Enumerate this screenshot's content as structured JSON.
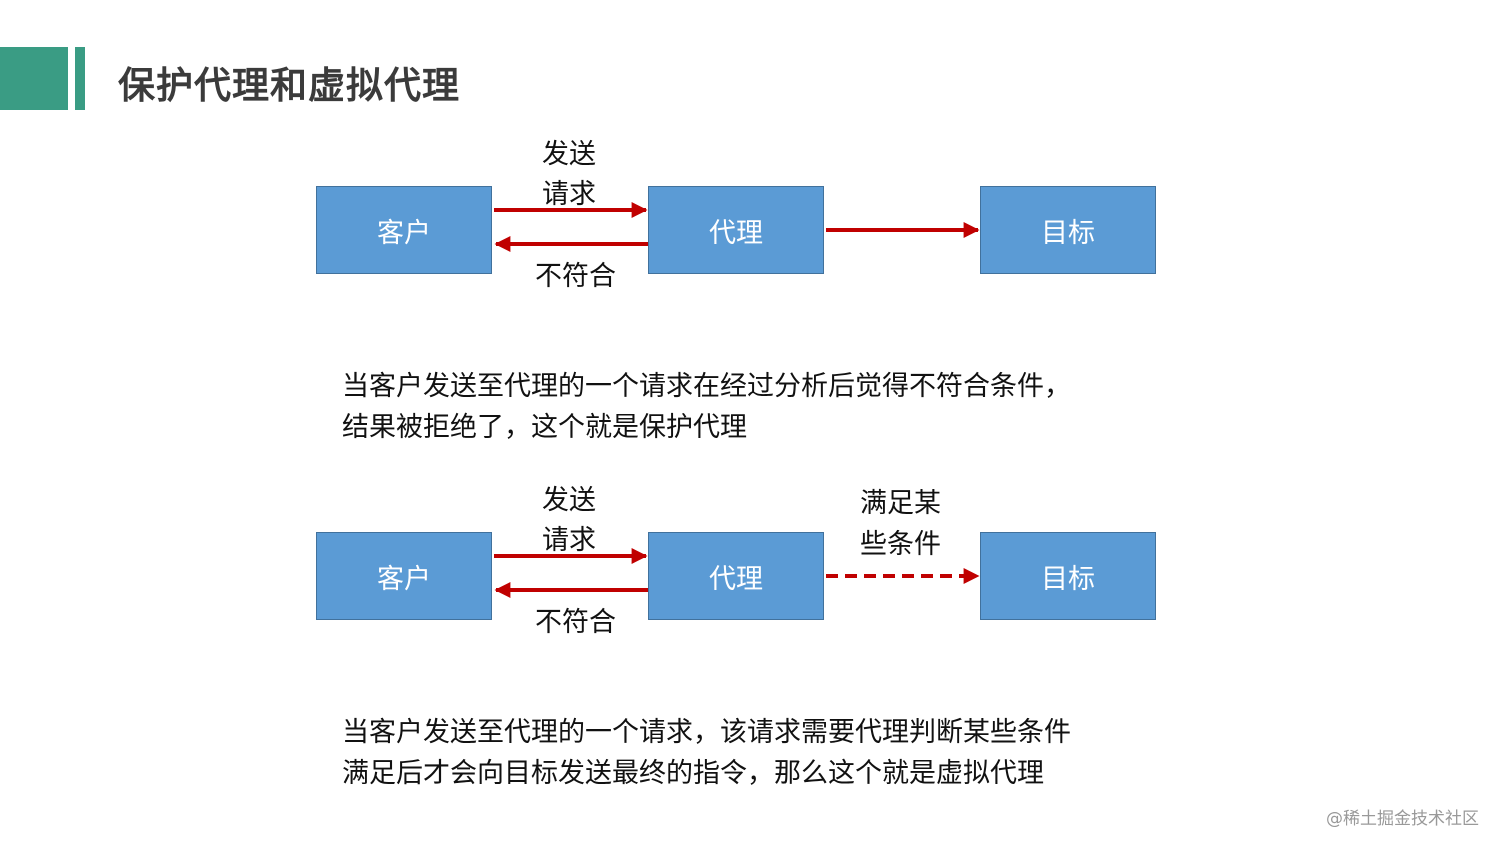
{
  "slide": {
    "title": "保护代理和虚拟代理",
    "accent_color": "#3a9c84"
  },
  "diagram_protection": {
    "client": "客户",
    "proxy": "代理",
    "target": "目标",
    "send_request_line1": "发送",
    "send_request_line2": "请求",
    "reject": "不符合"
  },
  "description_protection": {
    "line1": "当客户发送至代理的一个请求在经过分析后觉得不符合条件，",
    "line2": "结果被拒绝了，这个就是保护代理"
  },
  "diagram_virtual": {
    "client": "客户",
    "proxy": "代理",
    "target": "目标",
    "send_request_line1": "发送",
    "send_request_line2": "请求",
    "reject": "不符合",
    "condition_line1": "满足某",
    "condition_line2": "些条件"
  },
  "description_virtual": {
    "line1": "当客户发送至代理的一个请求，该请求需要代理判断某些条件",
    "line2": "满足后才会向目标发送最终的指令，那么这个就是虚拟代理"
  },
  "colors": {
    "box_fill": "#5b9bd5",
    "box_border": "#41719c",
    "arrow": "#c00000"
  },
  "watermark": "@稀土掘金技术社区"
}
